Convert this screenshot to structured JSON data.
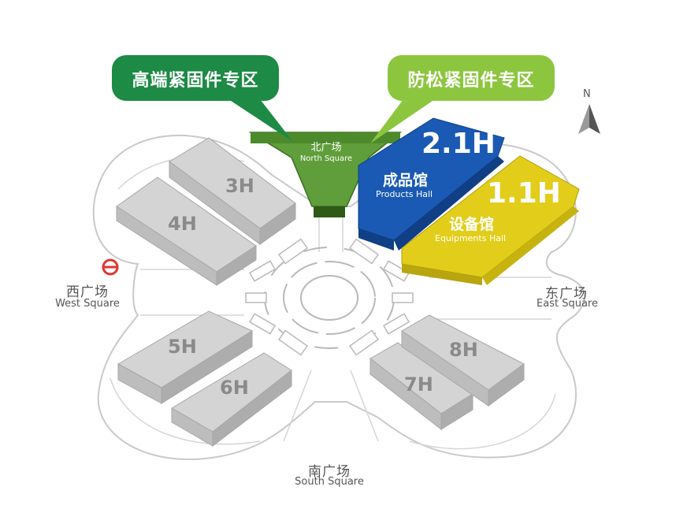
{
  "colors": {
    "hall_gray": "#d2d2d2",
    "hall_gray_dark": "#a9a9a9",
    "green_callout": "#1d8a45",
    "lime_callout": "#8cc63f",
    "north_square_green": "#5f9e3a",
    "products_hall_blue": "#1a5ab4",
    "equipments_hall_yellow": "#e2cd1a",
    "metro_red": "#e3342f"
  },
  "compass": {
    "label": "N",
    "icon": "north-arrow-icon"
  },
  "callouts": {
    "left": "高端紧固件专区",
    "right": "防松紧固件专区"
  },
  "squares": {
    "north": {
      "cn": "北广场",
      "en": "North Square"
    },
    "west": {
      "cn": "西广场",
      "en": "West Square"
    },
    "east": {
      "cn": "东广场",
      "en": "East Square"
    },
    "south": {
      "cn": "南广场",
      "en": "South Square"
    }
  },
  "halls": {
    "h3": "3H",
    "h4": "4H",
    "h5": "5H",
    "h6": "6H",
    "h7": "7H",
    "h8": "8H",
    "h21": {
      "code": "2.1H",
      "cn": "成品馆",
      "en": "Products Hall"
    },
    "h11": {
      "code": "1.1H",
      "cn": "设备馆",
      "en": "Equipments Hall"
    }
  },
  "metro_icon": "metro-icon"
}
